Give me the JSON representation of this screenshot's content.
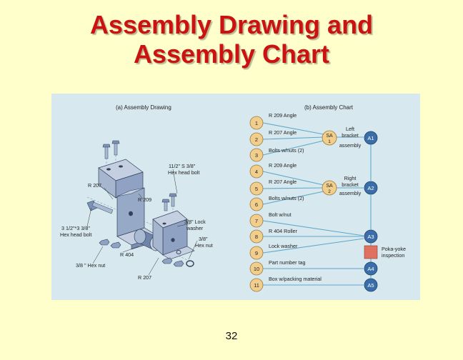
{
  "slide": {
    "title_line1": "Assembly Drawing and",
    "title_line2": "Assembly Chart",
    "page_number": "32"
  },
  "drawing": {
    "heading": "(a) Assembly Drawing",
    "labels": {
      "hex_bolt_top_1": "11/2\" S 3/8\"",
      "hex_bolt_top_2": "Hex head bolt",
      "r207_left": "R 207",
      "r209": "R 209",
      "hex_bolt_left_1": "3 1/2\"*3 3/8\"",
      "hex_bolt_left_2": "Hex head bolt",
      "lock_washer_1": "3/8\" Lock",
      "lock_washer_2": "washer",
      "hex_nut_right_1": "3/8\"",
      "hex_nut_right_2": "Hex nut",
      "r404": "R 404",
      "hex_nut_left": "3/8 \" Hex nut",
      "r207_bottom": "R 207"
    }
  },
  "chart": {
    "heading": "(b) Assembly Chart",
    "steps": [
      {
        "n": "1",
        "label": "R 209 Angle"
      },
      {
        "n": "2",
        "label": "R 207 Angle"
      },
      {
        "n": "3",
        "label": "Bolts w/nuts (2)"
      },
      {
        "n": "4",
        "label": "R 209 Angle"
      },
      {
        "n": "5",
        "label": "R 207 Angle"
      },
      {
        "n": "6",
        "label": "Bolts w/nuts (2)"
      },
      {
        "n": "7",
        "label": "Bolt w/nut"
      },
      {
        "n": "8",
        "label": "R 404 Roller"
      },
      {
        "n": "9",
        "label": "Lock washer"
      },
      {
        "n": "10",
        "label": "Part number tag"
      },
      {
        "n": "11",
        "label": "Box w/packing material"
      }
    ],
    "subassemblies": [
      {
        "code": "SA",
        "num": "1",
        "desc_1": "Left",
        "desc_2": "bracket",
        "desc_3": "assembly"
      },
      {
        "code": "SA",
        "num": "2",
        "desc_1": "Right",
        "desc_2": "bracket",
        "desc_3": "assembly"
      }
    ],
    "assemblies": [
      "A1",
      "A2",
      "A3",
      "A4",
      "A5"
    ],
    "inspection_1": "Poka-yoke",
    "inspection_2": "inspection",
    "colors": {
      "panel": "#d7e9ef",
      "node_fill": "#f2ce8c",
      "node_stroke": "#9a7a40",
      "assembly_fill": "#3a6ea8",
      "line": "#5fa8c8",
      "inspection": "#e07060",
      "title": "#cc1111"
    }
  }
}
